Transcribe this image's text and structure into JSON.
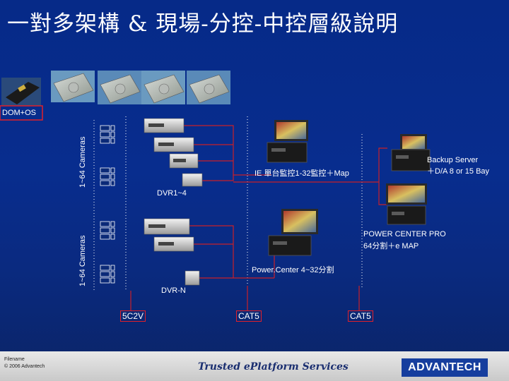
{
  "title": "一對多架構 & 現場-分控-中控層級說明",
  "dom_label": "DOM+OS",
  "cameras_top": "1~64 Cameras",
  "cameras_bottom": "1~64 Cameras",
  "ie_label": "IE 單台監控1-32監控＋Map",
  "backup_line1": "Backup Server",
  "backup_line2": "＋D/A 8 or 15 Bay",
  "dvr_top": "DVR1~4",
  "dvr_bottom": "DVR-N",
  "power_center_line1": "POWER CENTER  PRO",
  "power_center_line2": "64分割＋e MAP",
  "power_center_label": "Power.Center 4~32分割",
  "cable_5c2v": "5C2V",
  "cable_cat5_a": "CAT5",
  "cable_cat5_b": "CAT5",
  "footer_file_line1": "Filename",
  "footer_file_line2": "© 2006 Advantech",
  "tagline": "Trusted ePlatform Services",
  "logo": "ADVANTECH",
  "colors": {
    "background": "#082d8e",
    "link_line": "#c8202a",
    "box_border": "#e0202a",
    "footer": "#d0d0d0"
  }
}
